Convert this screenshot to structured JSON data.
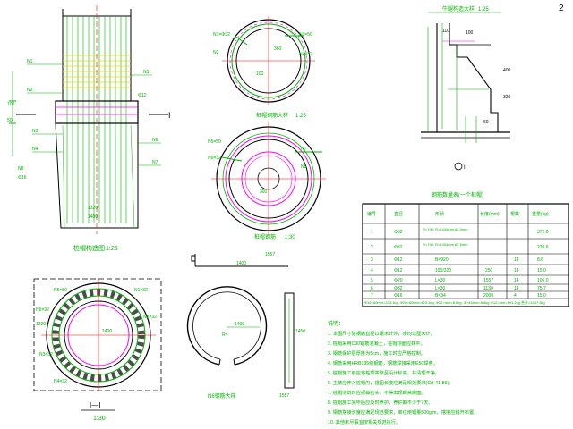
{
  "page_number": "2",
  "elevation": {
    "title": "桩帽构造图",
    "scale": "1:25",
    "section_mark": "I",
    "labels": [
      "N1",
      "N2",
      "N3",
      "N4",
      "N5",
      "N6",
      "N7",
      "N8",
      "100",
      "50",
      "1400",
      "1320",
      "Φ16",
      "Φ12"
    ]
  },
  "ring_plan_top": {
    "title": "桩帽钢筋大样",
    "scale": "1:25",
    "labels": [
      "N1=Φ32",
      "N2",
      "N3=50",
      "N4=32",
      "100",
      "360"
    ]
  },
  "ring_plan_mid": {
    "title": "桩帽钢筋",
    "scale": "1:30",
    "labels": [
      "N5=50",
      "N6=32",
      "N7",
      "N8",
      "300"
    ]
  },
  "bracket": {
    "title": "牛腿构造大样",
    "scale": "1:25",
    "section_mark": "II",
    "labels": [
      "100",
      "400",
      "320",
      "110",
      "60"
    ]
  },
  "section_1": {
    "title": "I—I",
    "scale": "1:30",
    "labels": [
      "N5=50",
      "N6=32",
      "N1=32",
      "N2=32",
      "N3=32",
      "N4=32",
      "1400",
      "1320"
    ]
  },
  "ring_bar": {
    "title": "N6钢筋大样",
    "labels": [
      "1400",
      "R="
    ]
  },
  "straight_bar": {
    "labels": [
      "1450",
      "1557"
    ]
  },
  "dimension_mark": {
    "labels": [
      "1400",
      "1557"
    ]
  },
  "table": {
    "title": "钢筋数量表(一个桩帽)",
    "headers": [
      "编号",
      "直径",
      "形状",
      "长度(mm)",
      "根数",
      "重量(kg)"
    ],
    "rows": [
      [
        "1",
        "Φ32",
        "R=790, R=1434mm\n62.5mm",
        "",
        "",
        "372.0"
      ],
      [
        "2",
        "Φ32",
        "R=790, R=1434mm\n62.5mm",
        "",
        "",
        "270.6"
      ],
      [
        "3",
        "Φ12",
        "B=920",
        "",
        "14",
        "8.6"
      ],
      [
        "4",
        "Φ12",
        "190/220",
        "250",
        "14",
        "15.0"
      ],
      [
        "5",
        "Φ20",
        "L=30",
        "1557",
        "14",
        "106.0"
      ],
      [
        "6",
        "Φ32",
        "L=30",
        "1130",
        "14",
        "75.7"
      ],
      [
        "7",
        "Φ16",
        "B=34",
        "2000",
        "4",
        "15.0"
      ]
    ],
    "footer": "Φ16=60mm=373.1kg, Φ20=60mm=423.1kg, Φ32=mm=8.6kg, Φ=45mm=8.8kg\nΦ12=mm=191.2kg 合计=1457.3kg"
  },
  "notes": {
    "title": "说明：",
    "items": [
      "1. 本图尺寸除钢筋直径以毫米计外，余均以厘米计。",
      "2. 桩帽采用C30钢筋混凝土，桩帽顶面应抹平。",
      "3. 钢筋保护层厚度为5cm，施工时应严格控制。",
      "4. 钢筋采用HRB335级钢筋，钢筋焊接采用E50焊条。",
      "5. 桩帽施工前应将桩顶凿除至设计标高，并清理干净。",
      "6. 主筋应伸入桩帽内，锚固长度应满足规范要求(GB 41-86)。",
      "7. 桩帽浇筑时应振捣密实，不得出现蜂窝麻面。",
      "8. 桩帽施工完毕后应及时养护，养护期不少于7天。",
      "9. 钢筋搭接长度应满足规范要求，单位用钢量500g/m，搭接应错开布置。",
      "10. 其他未尽事宜按相关规范执行。"
    ]
  },
  "colors": {
    "line": "#000000",
    "rebar": "#00b400",
    "axis": "#ff0000",
    "hoop": "#ff00ff",
    "stirrup": "#ffd200"
  }
}
